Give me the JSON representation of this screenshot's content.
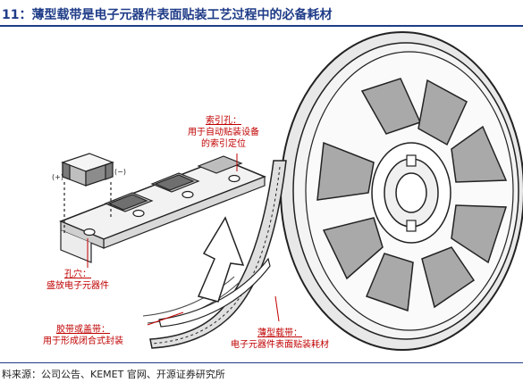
{
  "header": {
    "title": "11：薄型载带是电子元器件表面贴装工艺过程中的必备耗材"
  },
  "figure": {
    "polarity_left": "(+)",
    "polarity_right": "(−)",
    "sprocket_hole": {
      "label": "索引孔：",
      "line1": "用于自动贴装设备",
      "line2": "的索引定位"
    },
    "pocket": {
      "label": "孔穴：",
      "line1": "盛放电子元器件"
    },
    "cover_tape": {
      "label": "胶带或盖带：",
      "line1": "用于形成闭合式封装"
    },
    "carrier_tape": {
      "label": "薄型载带：",
      "line1": "电子元器件表面贴装耗材"
    }
  },
  "footer": {
    "source": "料来源：公司公告、KEMET 官网、开源证券研究所"
  }
}
